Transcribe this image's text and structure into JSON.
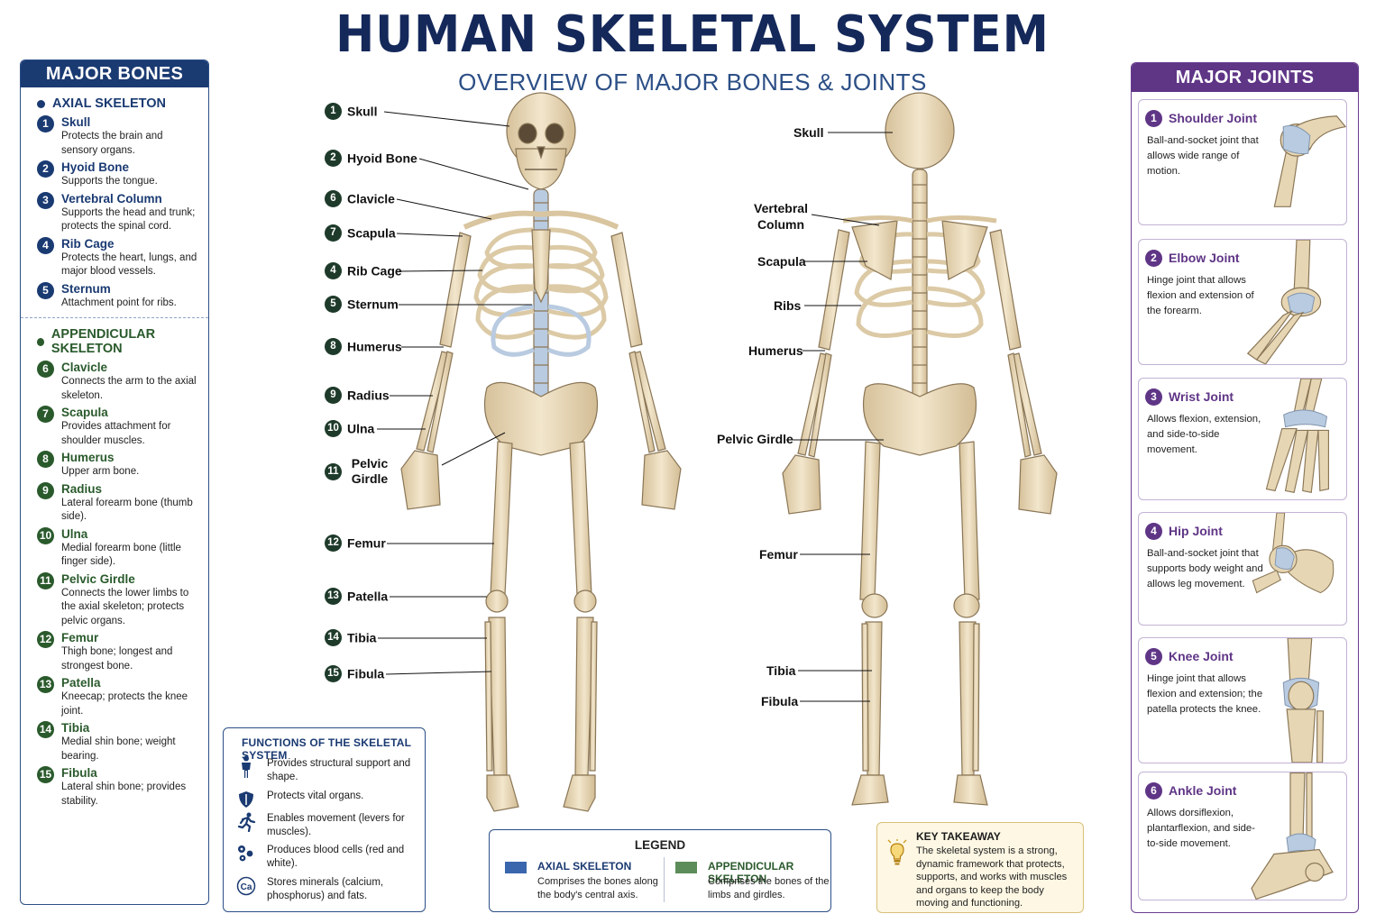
{
  "title": "HUMAN SKELETAL SYSTEM",
  "subtitle": "OVERVIEW OF MAJOR BONES & JOINTS",
  "colors": {
    "navy": "#1a3a72",
    "green": "#2a5a2c",
    "purple": "#5f3586",
    "bone": "#e6d6b4",
    "cartilage": "#b9cbe0",
    "key_bg": "#fdf7e3"
  },
  "major_bones": {
    "header": "MAJOR BONES",
    "axial_title": "AXIAL SKELETON",
    "axial": [
      {
        "num": "1",
        "name": "Skull",
        "desc": "Protects the brain and sensory organs."
      },
      {
        "num": "2",
        "name": "Hyoid Bone",
        "desc": "Supports the tongue."
      },
      {
        "num": "3",
        "name": "Vertebral Column",
        "desc": "Supports the head and trunk; protects the spinal cord."
      },
      {
        "num": "4",
        "name": "Rib Cage",
        "desc": "Protects the heart, lungs, and major blood vessels."
      },
      {
        "num": "5",
        "name": "Sternum",
        "desc": "Attachment point for ribs."
      }
    ],
    "appendicular_title": "APPENDICULAR SKELETON",
    "appendicular": [
      {
        "num": "6",
        "name": "Clavicle",
        "desc": "Connects the arm to the axial skeleton."
      },
      {
        "num": "7",
        "name": "Scapula",
        "desc": "Provides attachment for shoulder muscles."
      },
      {
        "num": "8",
        "name": "Humerus",
        "desc": "Upper arm bone."
      },
      {
        "num": "9",
        "name": "Radius",
        "desc": "Lateral forearm bone (thumb side)."
      },
      {
        "num": "10",
        "name": "Ulna",
        "desc": "Medial forearm bone (little finger side)."
      },
      {
        "num": "11",
        "name": "Pelvic Girdle",
        "desc": "Connects the lower limbs to the axial skeleton; protects pelvic organs."
      },
      {
        "num": "12",
        "name": "Femur",
        "desc": "Thigh bone; longest and strongest bone."
      },
      {
        "num": "13",
        "name": "Patella",
        "desc": "Kneecap; protects the knee joint."
      },
      {
        "num": "14",
        "name": "Tibia",
        "desc": "Medial shin bone; weight bearing."
      },
      {
        "num": "15",
        "name": "Fibula",
        "desc": "Lateral shin bone; provides stability."
      }
    ]
  },
  "anterior_labels": [
    {
      "num": "1",
      "text": "Skull"
    },
    {
      "num": "2",
      "text": "Hyoid Bone"
    },
    {
      "num": "6",
      "text": "Clavicle"
    },
    {
      "num": "7",
      "text": "Scapula"
    },
    {
      "num": "4",
      "text": "Rib Cage"
    },
    {
      "num": "5",
      "text": "Sternum"
    },
    {
      "num": "8",
      "text": "Humerus"
    },
    {
      "num": "9",
      "text": "Radius"
    },
    {
      "num": "10",
      "text": "Ulna"
    },
    {
      "num": "11",
      "text": "Pelvic Girdle"
    },
    {
      "num": "12",
      "text": "Femur"
    },
    {
      "num": "13",
      "text": "Patella"
    },
    {
      "num": "14",
      "text": "Tibia"
    },
    {
      "num": "15",
      "text": "Fibula"
    }
  ],
  "posterior_labels": [
    "Skull",
    "Vertebral Column",
    "Scapula",
    "Ribs",
    "Humerus",
    "Pelvic Girdle",
    "Femur",
    "Tibia",
    "Fibula"
  ],
  "major_joints": {
    "header": "MAJOR JOINTS",
    "items": [
      {
        "num": "1",
        "name": "Shoulder Joint",
        "desc": "Ball-and-socket joint that allows wide range of motion.",
        "icon": "shoulder-joint-illustration"
      },
      {
        "num": "2",
        "name": "Elbow Joint",
        "desc": "Hinge joint that allows flexion and extension of the forearm.",
        "icon": "elbow-joint-illustration"
      },
      {
        "num": "3",
        "name": "Wrist Joint",
        "desc": "Allows flexion, extension, and side-to-side movement.",
        "icon": "wrist-joint-illustration"
      },
      {
        "num": "4",
        "name": "Hip Joint",
        "desc": "Ball-and-socket joint that supports body weight and allows leg movement.",
        "icon": "hip-joint-illustration"
      },
      {
        "num": "5",
        "name": "Knee Joint",
        "desc": "Hinge joint that allows flexion and extension; the patella protects the knee.",
        "icon": "knee-joint-illustration"
      },
      {
        "num": "6",
        "name": "Ankle Joint",
        "desc": "Allows dorsiflexion, plantarflexion, and side-to-side movement.",
        "icon": "ankle-joint-illustration"
      }
    ]
  },
  "functions": {
    "title": "FUNCTIONS OF THE SKELETAL SYSTEM",
    "items": [
      {
        "icon": "person-icon",
        "text": "Provides structural support and shape."
      },
      {
        "icon": "shield-icon",
        "text": "Protects vital organs."
      },
      {
        "icon": "running-icon",
        "text": "Enables movement (levers for muscles)."
      },
      {
        "icon": "blood-cells-icon",
        "text": "Produces blood cells (red and white)."
      },
      {
        "icon": "calcium-icon",
        "text": "Stores minerals (calcium, phosphorus) and fats.",
        "symbol": "Ca"
      }
    ]
  },
  "legend": {
    "title": "LEGEND",
    "axial_name": "AXIAL SKELETON",
    "axial_desc": "Comprises the bones along the body's central axis.",
    "axial_color": "#3a66ad",
    "app_name": "APPENDICULAR SKELETON",
    "app_desc": "Comprises the bones of the limbs and girdles.",
    "app_color": "#5c8c5a"
  },
  "key_takeaway": {
    "title": "KEY TAKEAWAY",
    "text": "The skeletal system is a strong, dynamic framework that protects, supports, and works with muscles and organs to keep the body moving and functioning.",
    "icon": "lightbulb-icon"
  }
}
